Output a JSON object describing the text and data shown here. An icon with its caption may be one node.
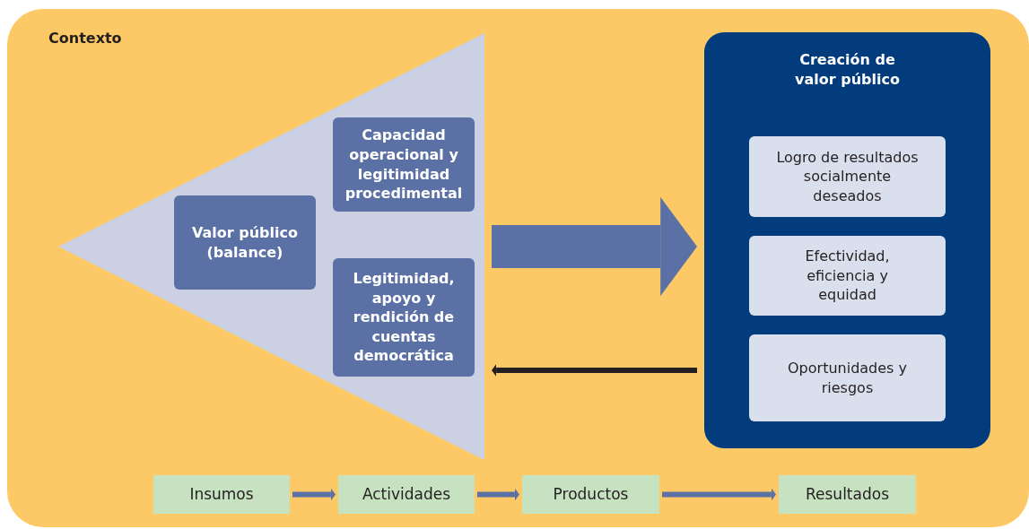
{
  "diagram": {
    "nodes": [
      {
        "text": [
          "Contexto"
        ]
      },
      {
        "text": [],
        "shape": "triangle",
        "in": 0
      },
      {
        "text": [
          "Valor público (balance)"
        ],
        "in": 1
      },
      {
        "text": [
          "Capacidad operacional y legitimidad procedimental"
        ],
        "in": 1
      },
      {
        "text": [
          "Legitimidad, apoyo y rendición de cuentas democrática"
        ],
        "in": 1
      },
      {
        "text": [
          "Creación de valor público"
        ],
        "in": 0
      },
      {
        "text": [
          "Logro de resultados socialmente deseados"
        ],
        "in": 5
      },
      {
        "text": [
          "Efectividad, eficiencia y equidad"
        ],
        "in": 5
      },
      {
        "text": [
          "Oportunidades y riesgos"
        ],
        "in": 5
      },
      {
        "text": [
          "Insumos"
        ],
        "in": 0
      },
      {
        "text": [
          "Actividades"
        ],
        "in": 0
      },
      {
        "text": [
          "Productos"
        ],
        "in": 0
      },
      {
        "text": [
          "Resultados"
        ],
        "in": 0
      }
    ],
    "edges": [
      {
        "from": 1,
        "to": 5,
        "arrow": "to",
        "style": "thick"
      },
      {
        "from": 5,
        "to": 1,
        "arrow": "to",
        "color": "#231f20"
      },
      {
        "from": 9,
        "to": 10,
        "arrow": "to"
      },
      {
        "from": 10,
        "to": 11,
        "arrow": "to"
      },
      {
        "from": 11,
        "to": 12,
        "arrow": "to"
      }
    ]
  }
}
